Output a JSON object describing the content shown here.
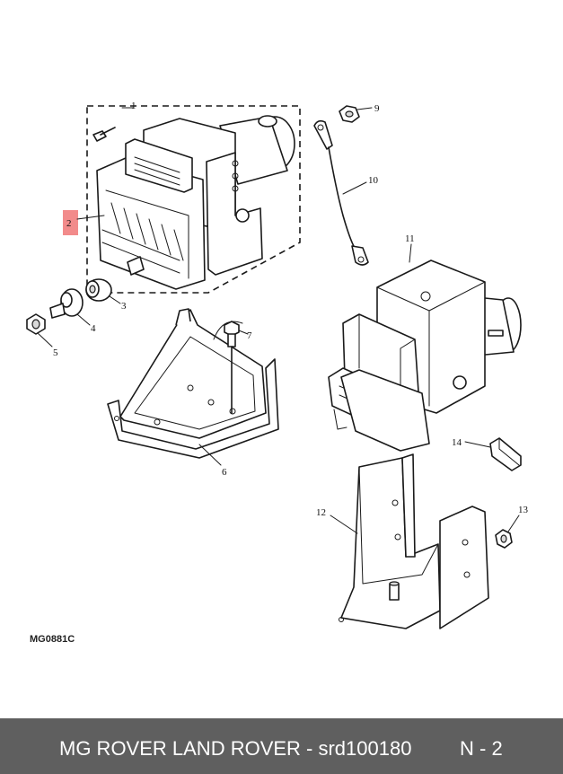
{
  "diagram": {
    "reference_code": "MG0881C",
    "callouts": {
      "c1": "1",
      "c2": "2",
      "c3": "3",
      "c4": "4",
      "c5": "5",
      "c6": "6",
      "c7": "7",
      "c9": "9",
      "c10": "10",
      "c11": "11",
      "c12": "12",
      "c13": "13",
      "c14": "14"
    },
    "highlight_color": "#f28b8b"
  },
  "footer": {
    "brand_text": "MG ROVER LAND ROVER - srd100180",
    "page_text": "N - 2",
    "background": "#5f5f5f"
  }
}
